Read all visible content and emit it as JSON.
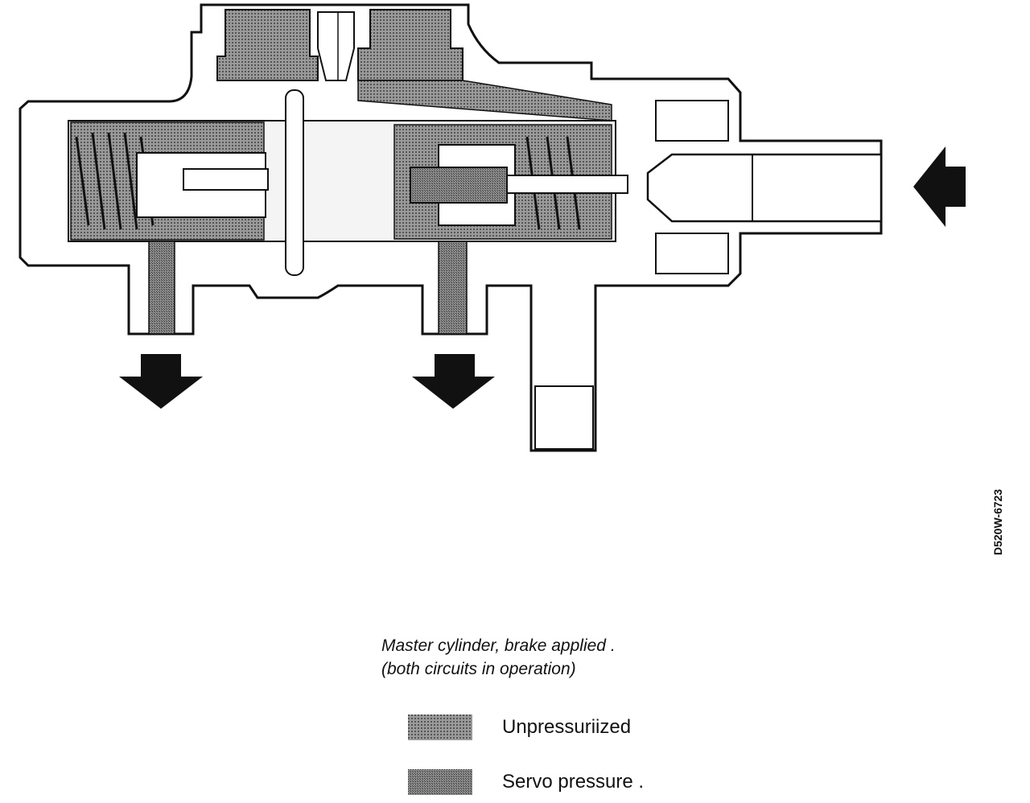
{
  "figure": {
    "id_code": "D520W-6723",
    "caption_line1": "Master cylinder, brake applied .",
    "caption_line2": "(both circuits in operation)"
  },
  "legend": [
    {
      "label": "Unpressuriized",
      "swatch": "unpressurized-hatch",
      "color": "#8a8a8a"
    },
    {
      "label": "Servo pressure .",
      "swatch": "servo-hatch",
      "color": "#6e6e6e"
    }
  ],
  "colors": {
    "line": "#111111",
    "background": "#ffffff"
  }
}
